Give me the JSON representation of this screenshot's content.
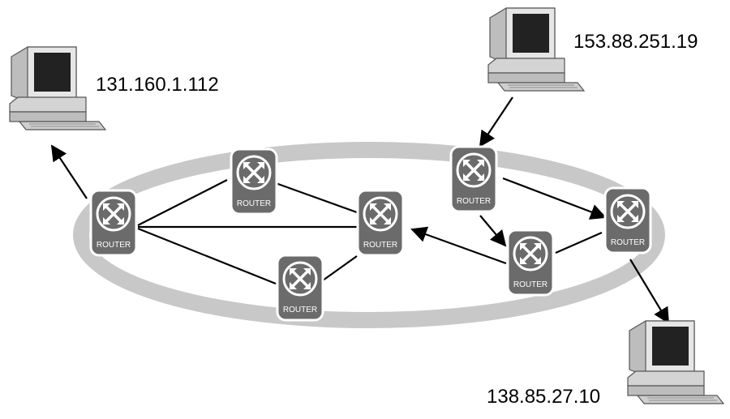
{
  "colors": {
    "ring": "#c8c8c8",
    "router_body": "#6b6b6b",
    "router_outline": "#ffffff",
    "link": "#000000"
  },
  "hosts": [
    {
      "id": "host-a",
      "ip": "131.160.1.112"
    },
    {
      "id": "host-b",
      "ip": "153.88.251.19"
    },
    {
      "id": "host-c",
      "ip": "138.85.27.10"
    }
  ],
  "routers": [
    {
      "id": "r1",
      "label": "ROUTER"
    },
    {
      "id": "r2",
      "label": "ROUTER"
    },
    {
      "id": "r3",
      "label": "ROUTER"
    },
    {
      "id": "r4",
      "label": "ROUTER"
    },
    {
      "id": "r5",
      "label": "ROUTER"
    },
    {
      "id": "r6",
      "label": "ROUTER"
    },
    {
      "id": "r7",
      "label": "ROUTER"
    }
  ],
  "links": [
    {
      "from": "r1",
      "to": "r2",
      "directed": false
    },
    {
      "from": "r1",
      "to": "r3",
      "directed": false
    },
    {
      "from": "r1",
      "to": "r4",
      "directed": false
    },
    {
      "from": "r2",
      "to": "r3",
      "directed": false
    },
    {
      "from": "r3",
      "to": "r4",
      "directed": false
    },
    {
      "from": "r5",
      "to": "r6",
      "directed": true
    },
    {
      "from": "r5",
      "to": "r7",
      "directed": true
    },
    {
      "from": "r6",
      "to": "r3",
      "directed": true
    },
    {
      "from": "r6",
      "to": "r7",
      "directed": false
    },
    {
      "from": "host-b",
      "to": "r5",
      "directed": true
    },
    {
      "from": "r1",
      "to": "host-a",
      "directed": true
    },
    {
      "from": "r7",
      "to": "host-c",
      "directed": true
    }
  ]
}
